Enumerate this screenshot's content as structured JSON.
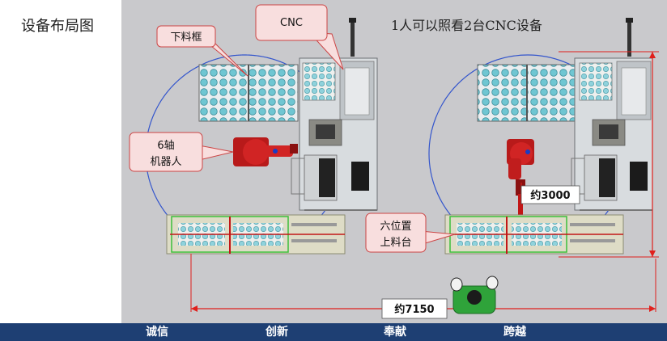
{
  "page_title": "设备布局图",
  "header_note": "1人可以照看2台CNC设备",
  "callouts": {
    "cnc": "CNC",
    "unload_frame": "下料框",
    "robot": [
      "6轴",
      "机器人"
    ],
    "load_table": [
      "六位置",
      "上料台"
    ]
  },
  "dimensions": {
    "depth": "约3000",
    "width": "约7150"
  },
  "footer": {
    "slogans": [
      "诚信",
      "创新",
      "奉献",
      "跨越"
    ],
    "background": "#1e3f73"
  },
  "colors": {
    "canvas": "#c9c9cc",
    "robot": "#cc1f1f",
    "callout_fill": "#f8dede",
    "callout_stroke": "#c44",
    "dimension_line": "#e0201c",
    "reach_circle": "#3355cc",
    "operator": "#2fa33a"
  },
  "icons": [
    "robot-arm-icon",
    "operator-icon",
    "antenna-icon"
  ]
}
